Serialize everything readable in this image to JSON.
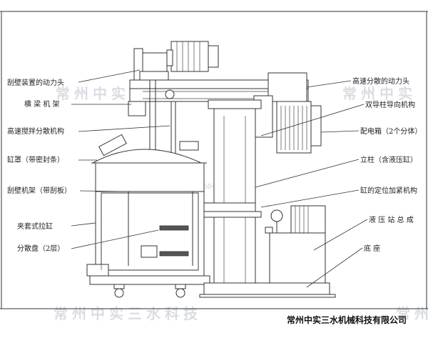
{
  "labels": {
    "left": [
      "刮壁装置的动力头",
      "横 梁 机 架",
      "高速搅拌分散机构",
      "缸罩（带密封条）",
      "刮壁机架（带刮板）",
      "夹套式拉缸",
      "分散盘（2层）"
    ],
    "right": [
      "高速分散的动力头",
      "双导柱导向机构",
      "配电箱（2个分体）",
      "立柱（含液压缸）",
      "缸的定位加紧机构",
      "液 压 站 总 成",
      "底 座"
    ]
  },
  "watermark": {
    "company_short": "常州中实",
    "brand": "常州中实三水科技",
    "phone": "13395049000"
  },
  "footer": {
    "company": "常州中实三水机械科技有限公司"
  },
  "colors": {
    "line": "#333333",
    "watermark": "#d9dde3",
    "logo_blue": "#4a90d9"
  }
}
